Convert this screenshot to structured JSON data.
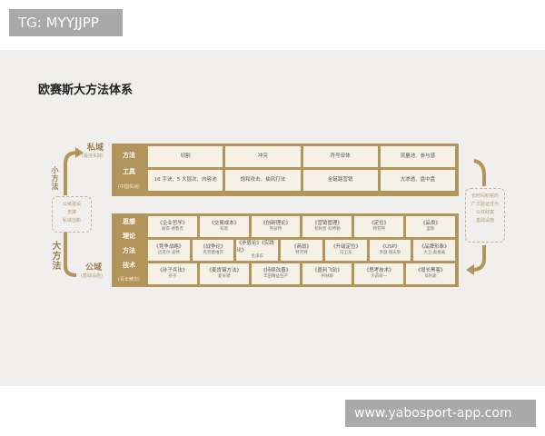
{
  "watermark_top": "TG: MYYJJPP",
  "watermark_bottom": "www.yabosport-app.com",
  "title": "欧赛斯大方法体系",
  "top_box": {
    "labels": [
      "方法",
      "工具",
      "(中国实战)"
    ],
    "methods": [
      "切割",
      "冲突",
      "符号母体",
      "流量池、参与感"
    ],
    "tools": [
      "16 字诀、5 大层次、内容池",
      "饱和攻击、抽风打法",
      "全链路营销",
      "大渗透、盘中盘"
    ]
  },
  "bottom_box": {
    "labels": [
      "思想",
      "理论",
      "方法",
      "技术",
      "(百年精华)"
    ],
    "rows": [
      [
        {
          "t": "《企业哲学》",
          "a": "彼得·德鲁克"
        },
        {
          "t": "《交易成本》",
          "a": "科斯"
        },
        {
          "t": "《创新理论》",
          "a": "熊彼特"
        },
        {
          "t": "《营销管理》",
          "a": "菲利普·科特勒"
        },
        {
          "t": "《定位》",
          "a": "特劳特"
        },
        {
          "t": "《品类》",
          "a": "里斯"
        }
      ],
      [
        {
          "t": "《竞争战略》",
          "a": "迈克尔·波特"
        },
        {
          "t": "《战争论》",
          "a": "克劳塞维茨"
        },
        {
          "t": "《矛盾论》《实践论》",
          "a": "毛泽东"
        },
        {
          "t": "《商战》",
          "a": "特劳特"
        },
        {
          "t": "《升级定位》",
          "a": "冯卫东"
        },
        {
          "t": "《USP》",
          "a": "罗瑟·瑞夫斯"
        },
        {
          "t": "《品牌形象》",
          "a": "大卫·奥格威"
        }
      ],
      [
        {
          "t": "《孙子兵法》",
          "a": "孙子"
        },
        {
          "t": "《麦肯锡方法》",
          "a": "麦肯锡"
        },
        {
          "t": "《持续改善》",
          "a": "丰田精益生产"
        },
        {
          "t": "《盈利飞轮》",
          "a": "柯林斯"
        },
        {
          "t": "《思考技术》",
          "a": "大前研一"
        },
        {
          "t": "《增长黑客》",
          "a": "埃利斯"
        }
      ]
    ]
  },
  "left": {
    "small_method": "小方法",
    "private": "私域",
    "private_sub": "(最佳实践)",
    "support": [
      "公域建设",
      "支撑",
      "私域创新"
    ],
    "big_method": "大方法",
    "public": "公域",
    "public_sub": "(基础设施)"
  },
  "right": {
    "note": [
      "长时间积累的",
      "广泛验证成为",
      "公共财富",
      "基础设施"
    ]
  }
}
